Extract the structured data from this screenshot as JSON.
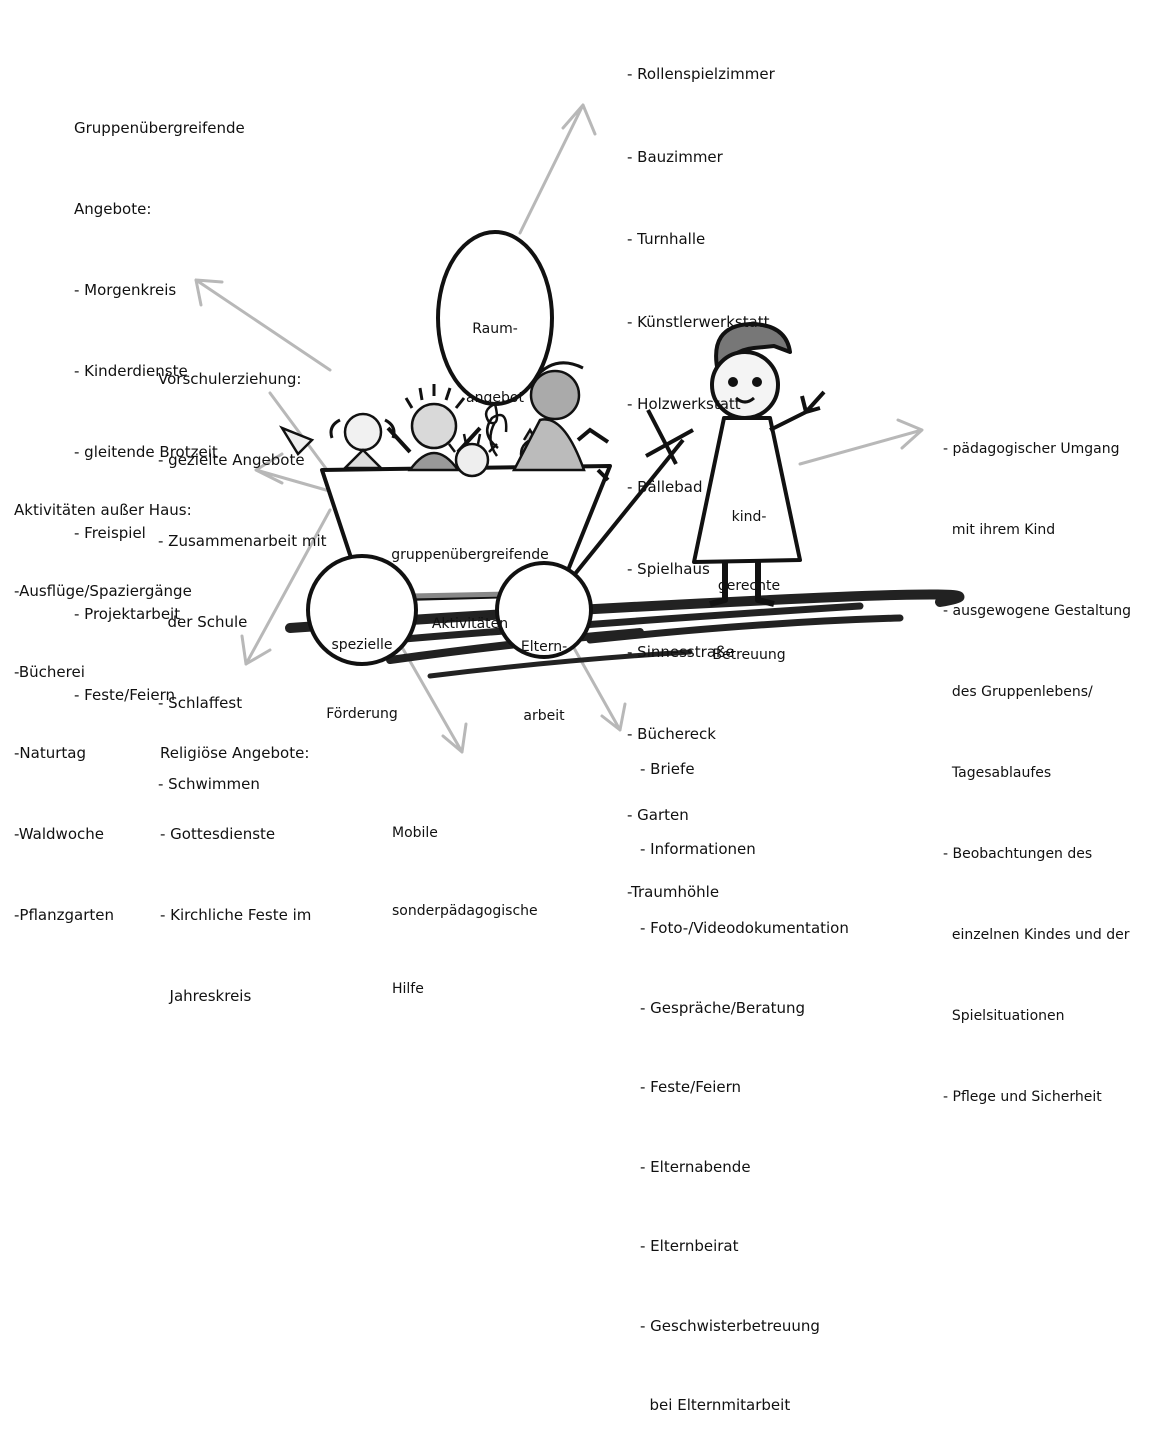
{
  "colors": {
    "ink": "#111111",
    "arrow": "#b8b8b8",
    "ground": "#222222"
  },
  "center": {
    "wagon": [
      "gruppenübergreifende",
      "Aktivitäten"
    ],
    "raum": [
      "Raum-",
      "angebot"
    ],
    "kind": [
      "kind-",
      "gerechte",
      "Betreuung"
    ],
    "foerderung": [
      "spezielle",
      "Förderung"
    ],
    "eltern": [
      "Eltern-",
      "arbeit"
    ]
  },
  "lists": {
    "gruppen": [
      "Gruppenübergreifende",
      "Angebote:",
      "- Morgenkreis",
      "- Kinderdienste",
      "- gleitende Brotzeit",
      "- Freispiel",
      "- Projektarbeit",
      "- Feste/Feiern"
    ],
    "raeume": [
      "- Rollenspielzimmer",
      "- Bauzimmer",
      "- Turnhalle",
      "- Künstlerwerkstatt",
      "- Holzwerkstatt",
      "- Bällebad",
      "- Spielhaus",
      "- Sinnesstraße",
      "- Büchereck",
      "- Garten",
      "-Traumhöhle"
    ],
    "vorschule": [
      "Vorschulerziehung:",
      "- gezielte Angebote",
      "- Zusammenarbeit mit",
      "  der Schule",
      "- Schlaffest",
      "- Schwimmen"
    ],
    "betreuung": [
      "- pädagogischer Umgang",
      "  mit ihrem Kind",
      "- ausgewogene Gestaltung",
      "  des Gruppenlebens/",
      "  Tagesablaufes",
      "- Beobachtungen des",
      "  einzelnen Kindes und der",
      "  Spielsituationen",
      "- Pflege und Sicherheit"
    ],
    "aktivitaeten": [
      "Aktivitäten außer Haus:",
      "-Ausflüge/Spaziergänge",
      "-Bücherei",
      "-Naturtag",
      "-Waldwoche",
      "-Pflanzgarten"
    ],
    "religion": [
      "Religiöse Angebote:",
      "- Gottesdienste",
      "- Kirchliche Feste im",
      "  Jahreskreis"
    ],
    "mobile": [
      "Mobile",
      "sonderpädagogische",
      "Hilfe"
    ],
    "elternarbeit": [
      "- Briefe",
      "- Informationen",
      "- Foto-/Videodokumentation",
      "- Gespräche/Beratung",
      "- Feste/Feiern",
      "- Elternabende",
      "- Elternbeirat",
      "- Geschwisterbetreuung",
      "  bei Elternmitarbeit"
    ]
  }
}
